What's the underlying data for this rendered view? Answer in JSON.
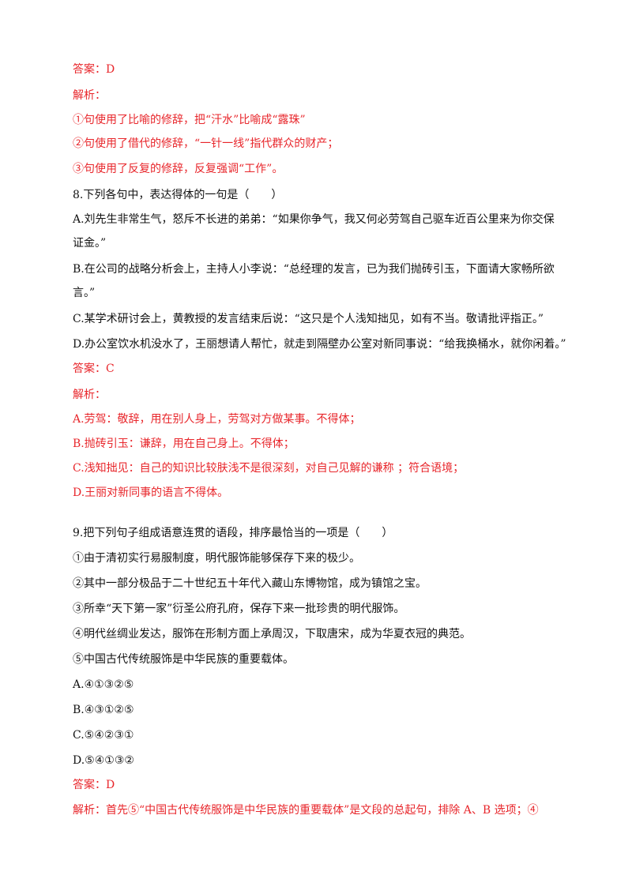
{
  "q7_tail": {
    "answer": "答案：D",
    "analysis_label": "解析：",
    "analysis": [
      "①句使用了比喻的修辞，把“汗水”比喻成“露珠”",
      "②句使用了借代的修辞，“一针一线”指代群众的财产；",
      "③句使用了反复的修辞，反复强调“工作”。"
    ]
  },
  "q8": {
    "stem": "8.下列各句中，表达得体的一句是（　　）",
    "option_a_1": "A.刘先生非常生气，怒斥不长进的弟弟：“如果你争气，我又何必劳驾自己驱车近百公里来为你交保",
    "option_a_2": "证金。”",
    "option_b_1": "B.在公司的战略分析会上，主持人小李说：“总经理的发言，已为我们抛砖引玉，下面请大家畅所欲",
    "option_b_2": "言。”",
    "option_c": "C.某学术研讨会上，黄教授的发言结束后说：“这只是个人浅知拙见，如有不当。敬请批评指正。”",
    "option_d": "D.办公室饮水机没水了，王丽想请人帮忙，就走到隔壁办公室对新同事说：“给我换桶水，就你闲着。”",
    "answer": "答案：C",
    "analysis_label": "解析：",
    "analysis": [
      "A.劳驾：敬辞，用在别人身上，劳驾对方做某事。不得体；",
      "B.抛砖引玉：谦辞，用在自己身上。不得体；",
      "C.浅知拙见：自己的知识比较肤浅不是很深刻，对自己见解的谦称 ；符合语境；",
      "D.王丽对新同事的语言不得体。"
    ]
  },
  "q9": {
    "stem": "9.把下列句子组成语意连贯的语段，排序最恰当的一项是（　　）",
    "sentences": [
      "①由于清初实行易服制度，明代服饰能够保存下来的极少。",
      "②其中一部分极品于二十世纪五十年代入藏山东博物馆，成为镇馆之宝。",
      "③所幸“天下第一家”衍圣公府孔府，保存下来一批珍贵的明代服饰。",
      "④明代丝绸业发达，服饰在形制方面上承周汉，下取唐宋，成为华夏衣冠的典范。",
      "⑤中国古代传统服饰是中华民族的重要载体。"
    ],
    "options": [
      "A.④①③②⑤",
      "B.④③①②⑤",
      "C.⑤④②③①",
      "D.⑤④①③②"
    ],
    "answer": "答案：D",
    "analysis": "解析：首先⑤“中国古代传统服饰是中华民族的重要载体”是文段的总起句，排除 A、B 选项；④"
  }
}
